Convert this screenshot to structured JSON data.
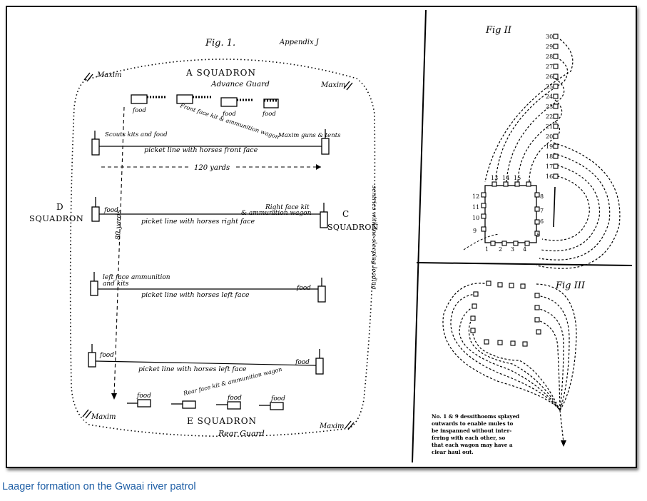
{
  "caption": "Laager formation on the Gwaai river patrol",
  "fig1": {
    "title": "Fig. 1.",
    "appendix": "Appendix J",
    "a_squadron": "A SQUADRON",
    "advance_guard": "Advance Guard",
    "maxim": "Maxim",
    "food": "food",
    "front_kit": "Front face kit & ammunition wagon",
    "scouts_kits": "Scouts kits and food",
    "maxim_guns": "Maxim guns & tents",
    "picket_front": "picket line with horses front face",
    "yards_120": "120 yards",
    "d": "D",
    "squadron": "SQUADRON",
    "c": "C",
    "right_kit_1": "Right face kit",
    "right_kit_2": "& ammunition wagon",
    "picket_right": "picket line with horses right face",
    "yards_80": "80 yards",
    "left_ammo_1": "left face ammunition",
    "left_ammo_2": "and kits",
    "picket_left": "picket line with horses left face",
    "picket_left_2": "picket line with horses left face",
    "rear_kit": "Rear face kit & ammunition wagon",
    "e_squadron": "E SQUADRON",
    "rear_guard": "Rear Guard",
    "sentries": "sentries with mo sleeping loading"
  },
  "fig2": {
    "title": "Fig II",
    "numbers": [
      "1",
      "2",
      "3",
      "4",
      "5",
      "6",
      "7",
      "8",
      "9",
      "10",
      "11",
      "12",
      "13",
      "14",
      "15",
      "16",
      "17",
      "18",
      "19",
      "20",
      "21",
      "22",
      "23",
      "24",
      "25",
      "26",
      "27",
      "28",
      "29",
      "30"
    ]
  },
  "fig3": {
    "title": "Fig III",
    "note": [
      "No. 1 & 9 dessithooms splayed",
      "outwards to enable mules to",
      "be inspanned without inter-",
      "fering with each other, so",
      "that each wagon may have a",
      "clear haul out."
    ]
  }
}
